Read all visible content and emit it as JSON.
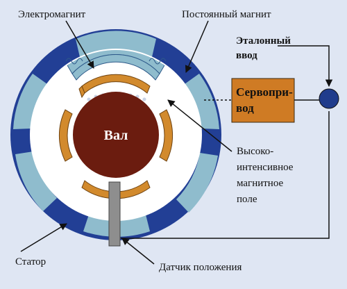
{
  "labels": {
    "electromagnet": "Электромагнит",
    "permanent_magnet": "Постоянный магнит",
    "reference_input_line1": "Эталонный",
    "reference_input_line2": "ввод",
    "servo_line1": "Сервопри-",
    "servo_line2": "вод",
    "shaft": "Вал",
    "field_line1": "Высоко-",
    "field_line2": "интенсивное",
    "field_line3": "магнитное",
    "field_line4": "поле",
    "stator": "Статор",
    "position_sensor": "Датчик положения"
  },
  "colors": {
    "background": "#dfe6f3",
    "stator_dark": "#223f95",
    "stator_light": "#8fbccd",
    "magnet_orange": "#d28a2d",
    "shaft_brown": "#6b1c0f",
    "servo_fill": "#cf7b24",
    "junction": "#203c8c",
    "sensor_gray": "#8e8e8e"
  }
}
